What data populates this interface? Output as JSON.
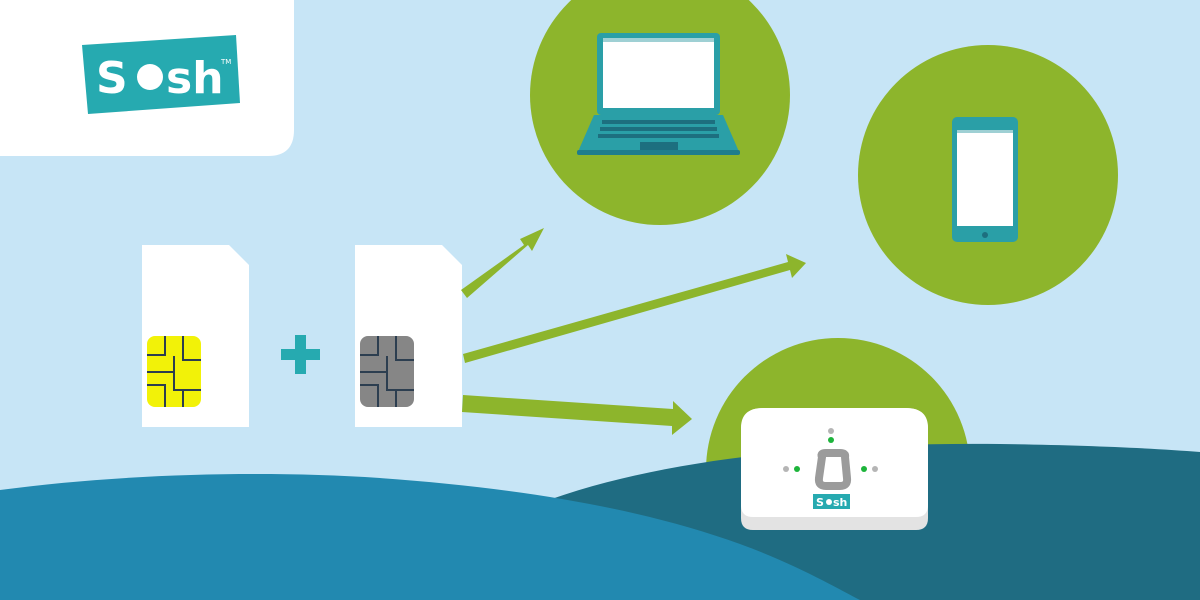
{
  "brand": {
    "name_prefix": "S",
    "name_suffix": "sh",
    "trademark": "TM",
    "router_label_prefix": "S",
    "router_label_suffix": "sh"
  },
  "icons": {
    "sim_card_primary": "sim-card-icon",
    "sim_card_secondary": "sim-card-icon",
    "plus": "plus-icon",
    "laptop": "laptop-icon",
    "smartphone": "smartphone-icon",
    "router": "wifi-router-icon",
    "arrow": "arrow-icon"
  },
  "colors": {
    "sky": "#c7e5f6",
    "brand_teal": "#26aab0",
    "green_circle": "#8db52c",
    "sea_light": "#2289b0",
    "sea_dark": "#1f6c82",
    "chip_yellow": "#f2f208",
    "chip_gray": "#868686",
    "device_teal": "#2a9fa7",
    "indicator_green": "#1db43b"
  }
}
